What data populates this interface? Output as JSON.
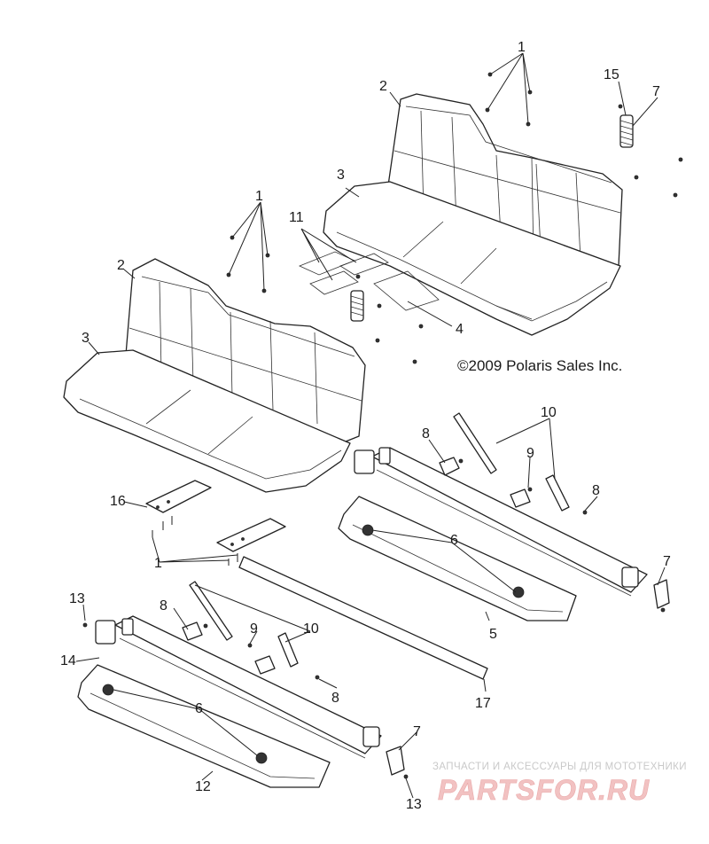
{
  "diagram": {
    "copyright": "©2009 Polaris Sales Inc.",
    "watermark": {
      "line1": "ЗАПЧАСТИ И АКСЕССУАРЫ ДЛЯ МОТОТЕХНИКИ",
      "line2": "PARTSFOR.RU"
    },
    "callouts": {
      "c1a": "1",
      "c1b": "1",
      "c1c": "1",
      "c2a": "2",
      "c2b": "2",
      "c3a": "3",
      "c3b": "3",
      "c4": "4",
      "c5": "5",
      "c6a": "6",
      "c6b": "6",
      "c7a": "7",
      "c7b": "7",
      "c7c": "7",
      "c8a": "8",
      "c8b": "8",
      "c8c": "8",
      "c8d": "8",
      "c9a": "9",
      "c9b": "9",
      "c10a": "10",
      "c10b": "10",
      "c11": "11",
      "c12": "12",
      "c13a": "13",
      "c13b": "13",
      "c14": "14",
      "c15": "15",
      "c16": "16",
      "c17": "17"
    }
  }
}
